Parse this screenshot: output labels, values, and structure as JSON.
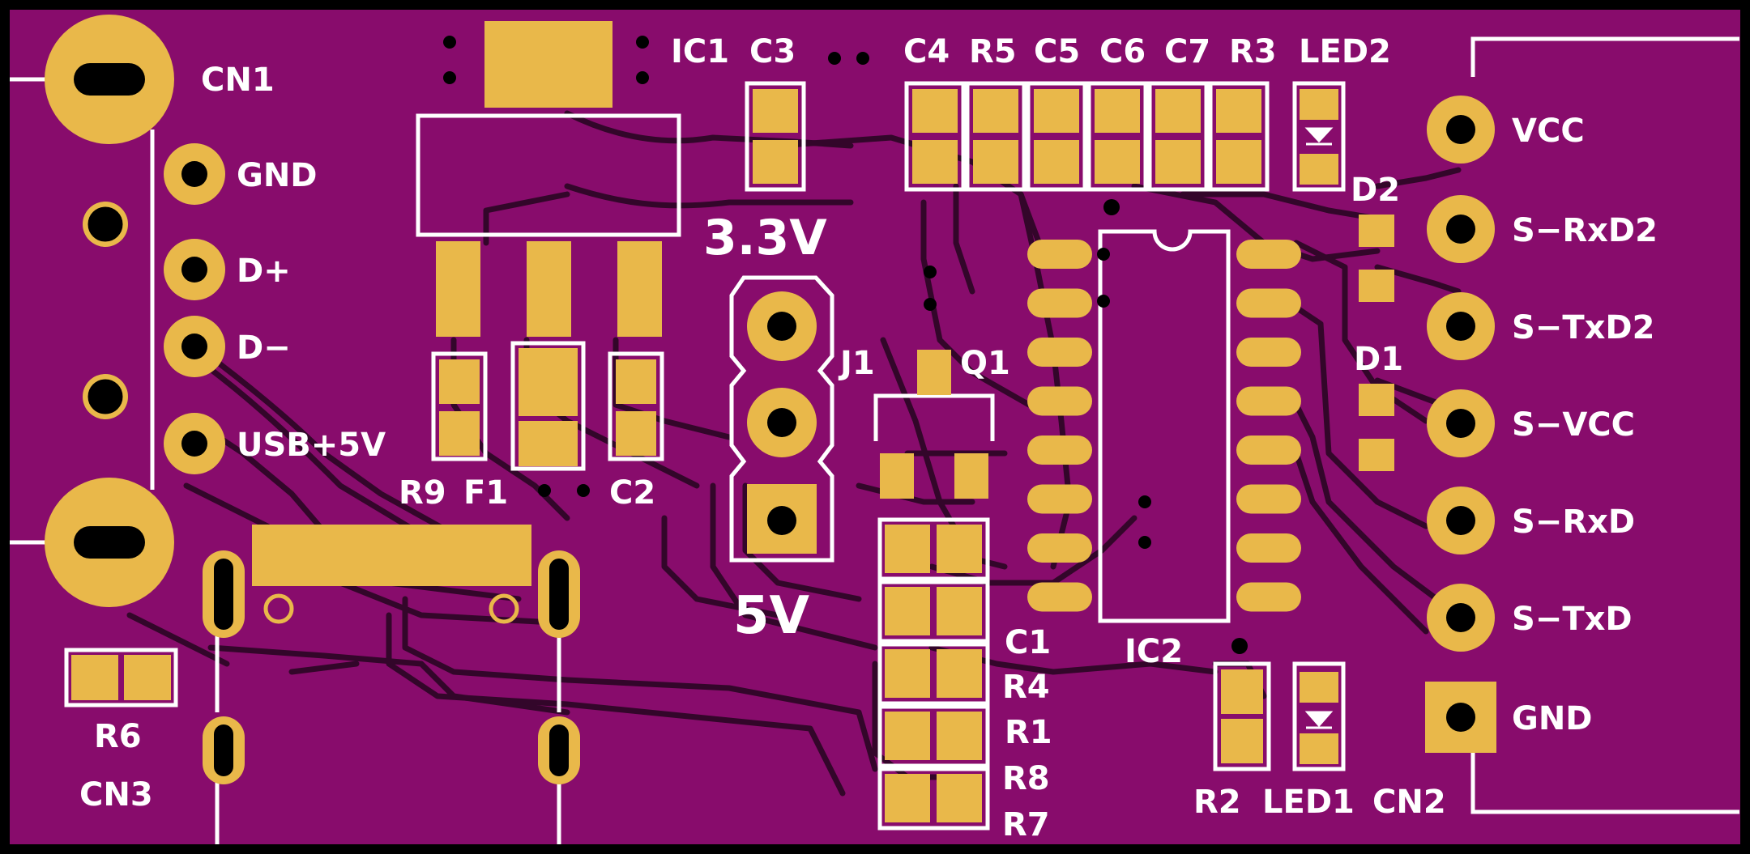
{
  "board": {
    "colors": {
      "background": "#000000",
      "soldermask": "#880c6c",
      "copper": "#e9b84a",
      "trace": "#2a0623",
      "silkscreen": "#ffffff",
      "hole": "#000000"
    }
  },
  "labels": {
    "cn1": "CN1",
    "gnd_usb": "GND",
    "dplus": "D+",
    "dminus": "D−",
    "usb5v": "USB+5V",
    "r9": "R9",
    "f1": "F1",
    "c2": "C2",
    "ic1": "IC1",
    "c3": "C3",
    "c4": "C4",
    "r5": "R5",
    "c5": "C5",
    "c6": "C6",
    "c7": "C7",
    "r3": "R3",
    "led2": "LED2",
    "v33": "3.3V",
    "v5": "5V",
    "j1": "J1",
    "q1": "Q1",
    "c1": "C1",
    "r4": "R4",
    "r1": "R1",
    "r8": "R8",
    "r7": "R7",
    "ic2": "IC2",
    "d2": "D2",
    "d1": "D1",
    "r2": "R2",
    "led1": "LED1",
    "cn2": "CN2",
    "r6": "R6",
    "cn3": "CN3"
  },
  "cn2_pins": [
    "VCC",
    "S−RxD2",
    "S−TxD2",
    "S−VCC",
    "S−RxD",
    "S−TxD",
    "GND"
  ]
}
